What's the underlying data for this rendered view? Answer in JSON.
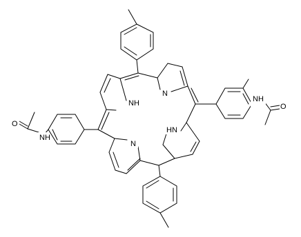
{
  "structure": {
    "atom_labels": {
      "n_upper": "N",
      "nh_upper": "NH",
      "n_lower": "N",
      "hn_lower": "HN",
      "nh_left": "NH",
      "o_left": "O",
      "nh_right": "NH",
      "o_right": "O"
    },
    "colors": {
      "bond": "#000000",
      "background": "#ffffff"
    }
  }
}
